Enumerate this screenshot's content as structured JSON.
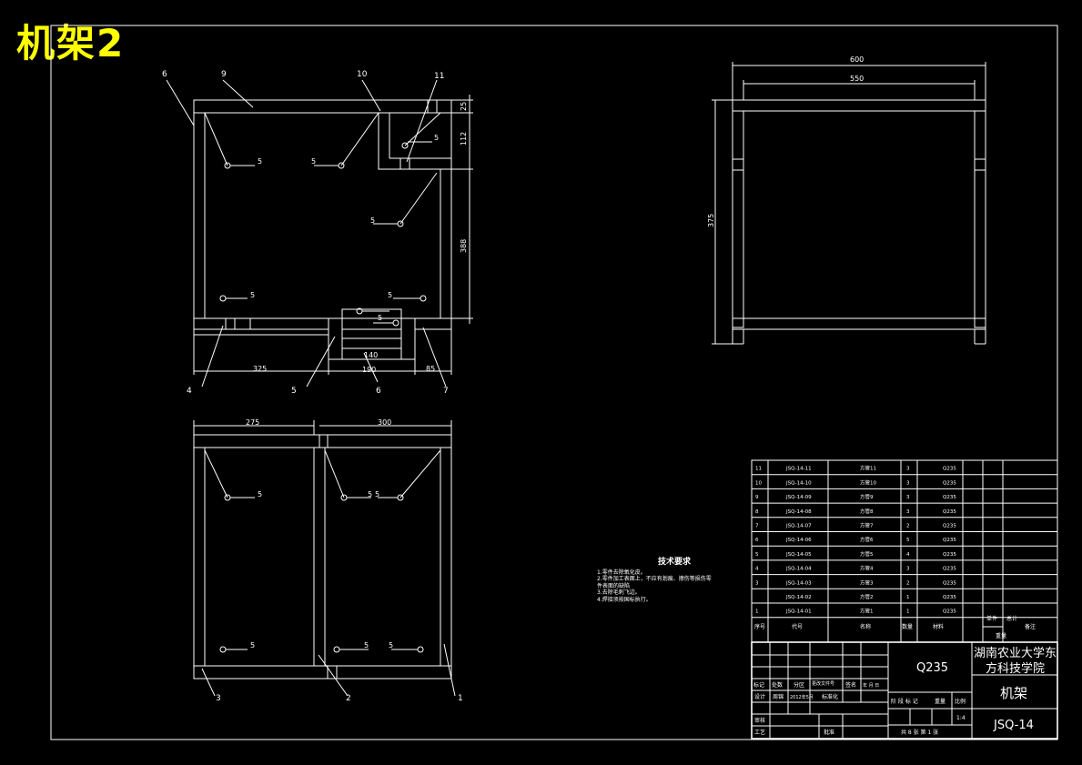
{
  "sheet_title": "机架2",
  "front_view": {
    "callouts": [
      "6",
      "9",
      "10",
      "11",
      "4",
      "5",
      "6",
      "7"
    ],
    "dimensions": {
      "d25": "25",
      "d112": "112",
      "d388": "388",
      "d325": "325",
      "d190": "190",
      "d140": "140",
      "d85": "85"
    },
    "weld_size": "5"
  },
  "top_view": {
    "callouts": [
      "3",
      "2",
      "1"
    ],
    "dimensions": {
      "d275": "275",
      "d300": "300"
    }
  },
  "side_view": {
    "dimensions": {
      "d600": "600",
      "d550": "550",
      "d375": "375"
    }
  },
  "tech_requirements": {
    "heading": "技术要求",
    "lines": [
      "1.零件去除氧化皮。",
      "2.零件加工表面上，不应有划痕、擦伤等损伤零",
      "件表面的缺陷",
      "3.去除毛刺飞边。",
      "4.焊接须按国标执行。"
    ]
  },
  "bom": {
    "rows": [
      {
        "no": "11",
        "code": "JSQ-14-11",
        "name": "方管11",
        "qty": "3",
        "mat": "Q235"
      },
      {
        "no": "10",
        "code": "JSQ-14-10",
        "name": "方管10",
        "qty": "3",
        "mat": "Q235"
      },
      {
        "no": "9",
        "code": "JSQ-14-09",
        "name": "方管9",
        "qty": "3",
        "mat": "Q235"
      },
      {
        "no": "8",
        "code": "JSQ-14-08",
        "name": "方管8",
        "qty": "3",
        "mat": "Q235"
      },
      {
        "no": "7",
        "code": "JSQ-14-07",
        "name": "方管7",
        "qty": "2",
        "mat": "Q235"
      },
      {
        "no": "6",
        "code": "JSQ-14-06",
        "name": "方管6",
        "qty": "5",
        "mat": "Q235"
      },
      {
        "no": "5",
        "code": "JSQ-14-05",
        "name": "方管5",
        "qty": "4",
        "mat": "Q235"
      },
      {
        "no": "4",
        "code": "JSQ-14-04",
        "name": "方管4",
        "qty": "3",
        "mat": "Q235"
      },
      {
        "no": "3",
        "code": "JSQ-14-03",
        "name": "方管3",
        "qty": "2",
        "mat": "Q235"
      },
      {
        "no": "",
        "code": "JSQ-14-02",
        "name": "方管2",
        "qty": "1",
        "mat": "Q235"
      },
      {
        "no": "1",
        "code": "JSQ-14-01",
        "name": "方管1",
        "qty": "1",
        "mat": "Q235"
      }
    ],
    "header": {
      "no": "序号",
      "code": "代号",
      "name": "名称",
      "qty": "数量",
      "mat": "材料",
      "unit": "单件",
      "total": "总计",
      "weight": "重量",
      "note": "备注"
    }
  },
  "title_block": {
    "material": "Q235",
    "school": "湖南农业大学东方科技学院",
    "part_name": "机架",
    "drawing_no": "JSQ-14",
    "scale": "1:4",
    "labels": {
      "mark": "标记",
      "count": "处数",
      "zone": "分区",
      "change_doc": "更改文件号",
      "sign": "签名",
      "date": "年 月 日",
      "design": "设计",
      "designer": "周锦",
      "design_date": "2012年5月",
      "std": "标准化",
      "stage": "阶 段 标 记",
      "weight": "重量",
      "scale_label": "比例",
      "check": "审核",
      "process": "工艺",
      "approve": "批准",
      "sheets": "共 8 张  第 1 张"
    }
  }
}
